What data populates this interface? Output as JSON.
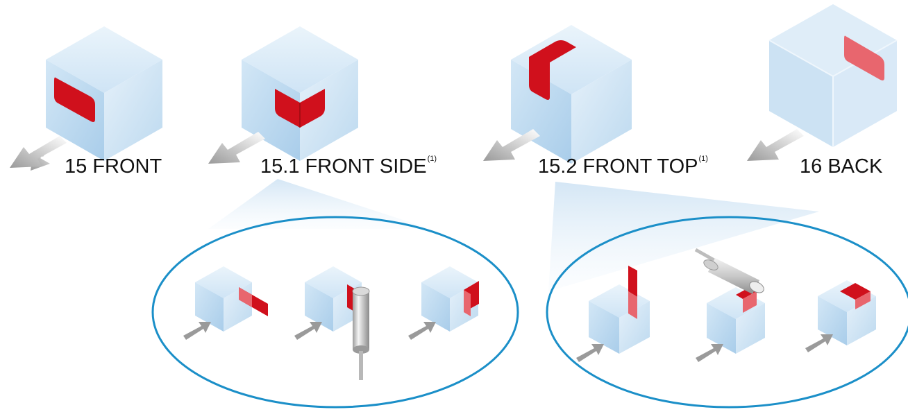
{
  "labels": {
    "front": "15 FRONT",
    "front_side": "15.1 FRONT SIDE",
    "front_side_note": "(1)",
    "front_top": "15.2 FRONT TOP",
    "front_top_note": "(1)",
    "back": "16 BACK"
  },
  "colors": {
    "cube_top": "#dcecf8",
    "cube_left": "#bcd8ef",
    "cube_right": "#cfe4f5",
    "label_red": "#d0101c",
    "label_red_light": "#e8666e",
    "arrow": "#a9a9a9",
    "ellipse": "#1b8fc8",
    "fan": "#cfe3f4"
  },
  "icons": [
    "package-cube-icon",
    "label-tag-icon",
    "direction-arrow-icon",
    "sensor-cylinder-icon"
  ]
}
